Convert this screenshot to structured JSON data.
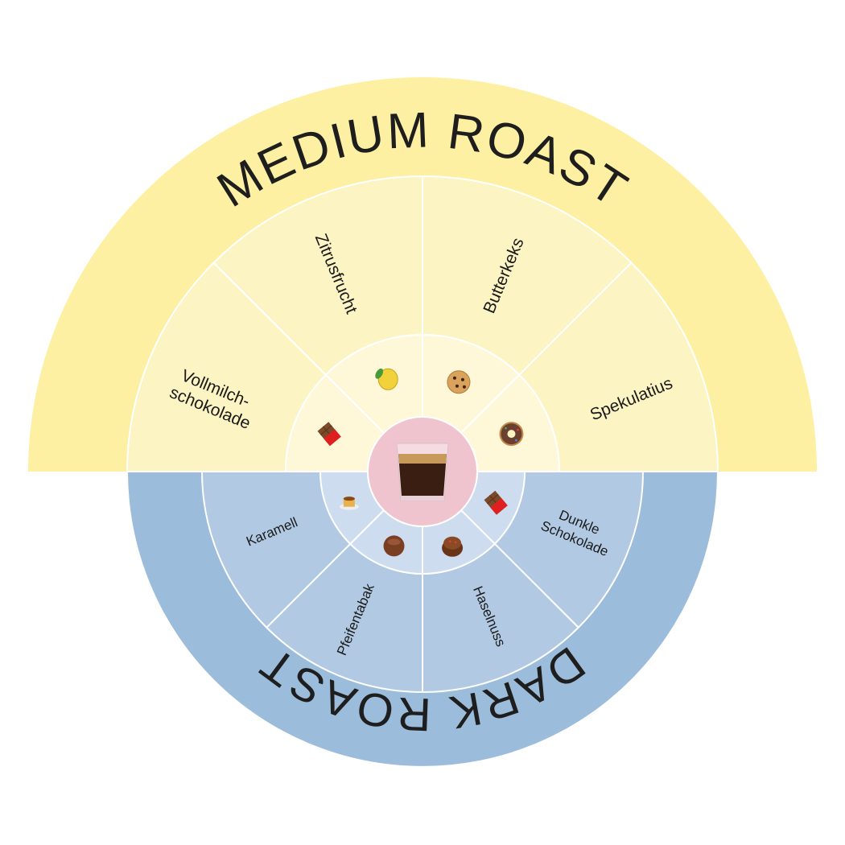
{
  "medium": {
    "title": "MEDIUM ROAST",
    "segments": [
      {
        "line1": "Vollmilch-",
        "line2": "schokolade",
        "icon": "chocolate-bar-icon"
      },
      {
        "line1": "Zitrusfrucht",
        "icon": "lemon-icon"
      },
      {
        "line1": "Butterkeks",
        "icon": "cookie-icon"
      },
      {
        "line1": "Spekulatius",
        "icon": "donut-icon"
      }
    ]
  },
  "dark": {
    "title": "DARK ROAST",
    "segments": [
      {
        "line1": "Dunkle",
        "line2": "Schokolade",
        "icon": "chocolate-bar-icon"
      },
      {
        "line1": "Haselnuss",
        "icon": "chestnut-icon"
      },
      {
        "line1": "Pfeifentabak",
        "icon": "chocolate-ball-icon"
      },
      {
        "line1": "Karamell",
        "icon": "flan-icon"
      }
    ]
  },
  "center": {
    "icon": "coffee-glass-icon"
  },
  "colors": {
    "medium_outer": "#fdf0a2",
    "medium_segment": "#fdf4c4",
    "medium_inner": "#fef8d9",
    "dark_outer": "#9bbcda",
    "dark_segment": "#b1c9e2",
    "dark_inner": "#cddcee",
    "center": "#f0c4cf"
  }
}
